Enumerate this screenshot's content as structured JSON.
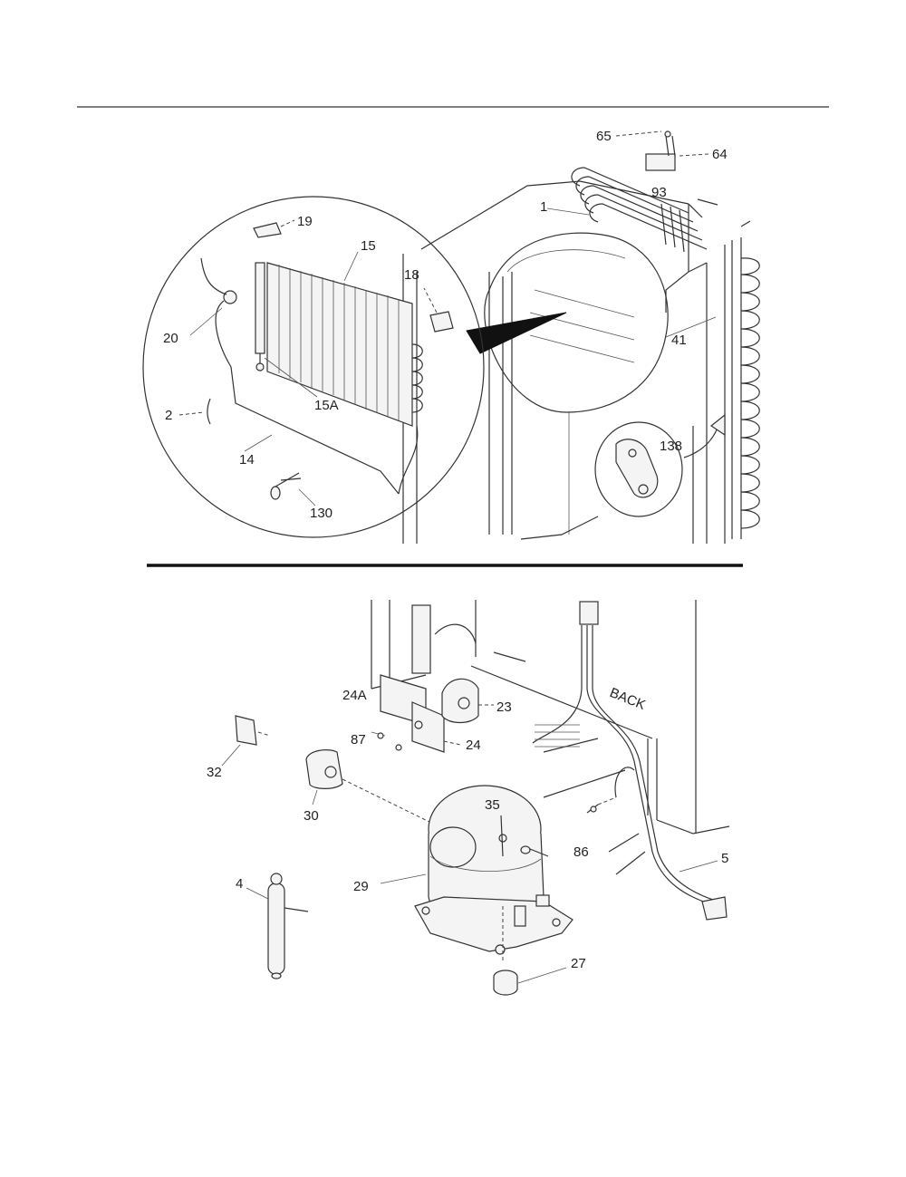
{
  "diagram": {
    "top_section": {
      "labels": {
        "p65": "65",
        "p64": "64",
        "p93": "93",
        "p1": "1",
        "p19": "19",
        "p15": "15",
        "p18": "18",
        "p20": "20",
        "p15A": "15A",
        "p2": "2",
        "p14": "14",
        "p130": "130",
        "p41": "41",
        "p138": "138"
      }
    },
    "bottom_section": {
      "labels": {
        "back": "BACK",
        "p24A": "24A",
        "p23": "23",
        "p87": "87",
        "p24": "24",
        "p32": "32",
        "p30": "30",
        "p35": "35",
        "p86": "86",
        "p29": "29",
        "p4": "4",
        "p5": "5",
        "p27": "27"
      }
    },
    "colors": {
      "line": "#333333",
      "background": "#ffffff"
    }
  }
}
